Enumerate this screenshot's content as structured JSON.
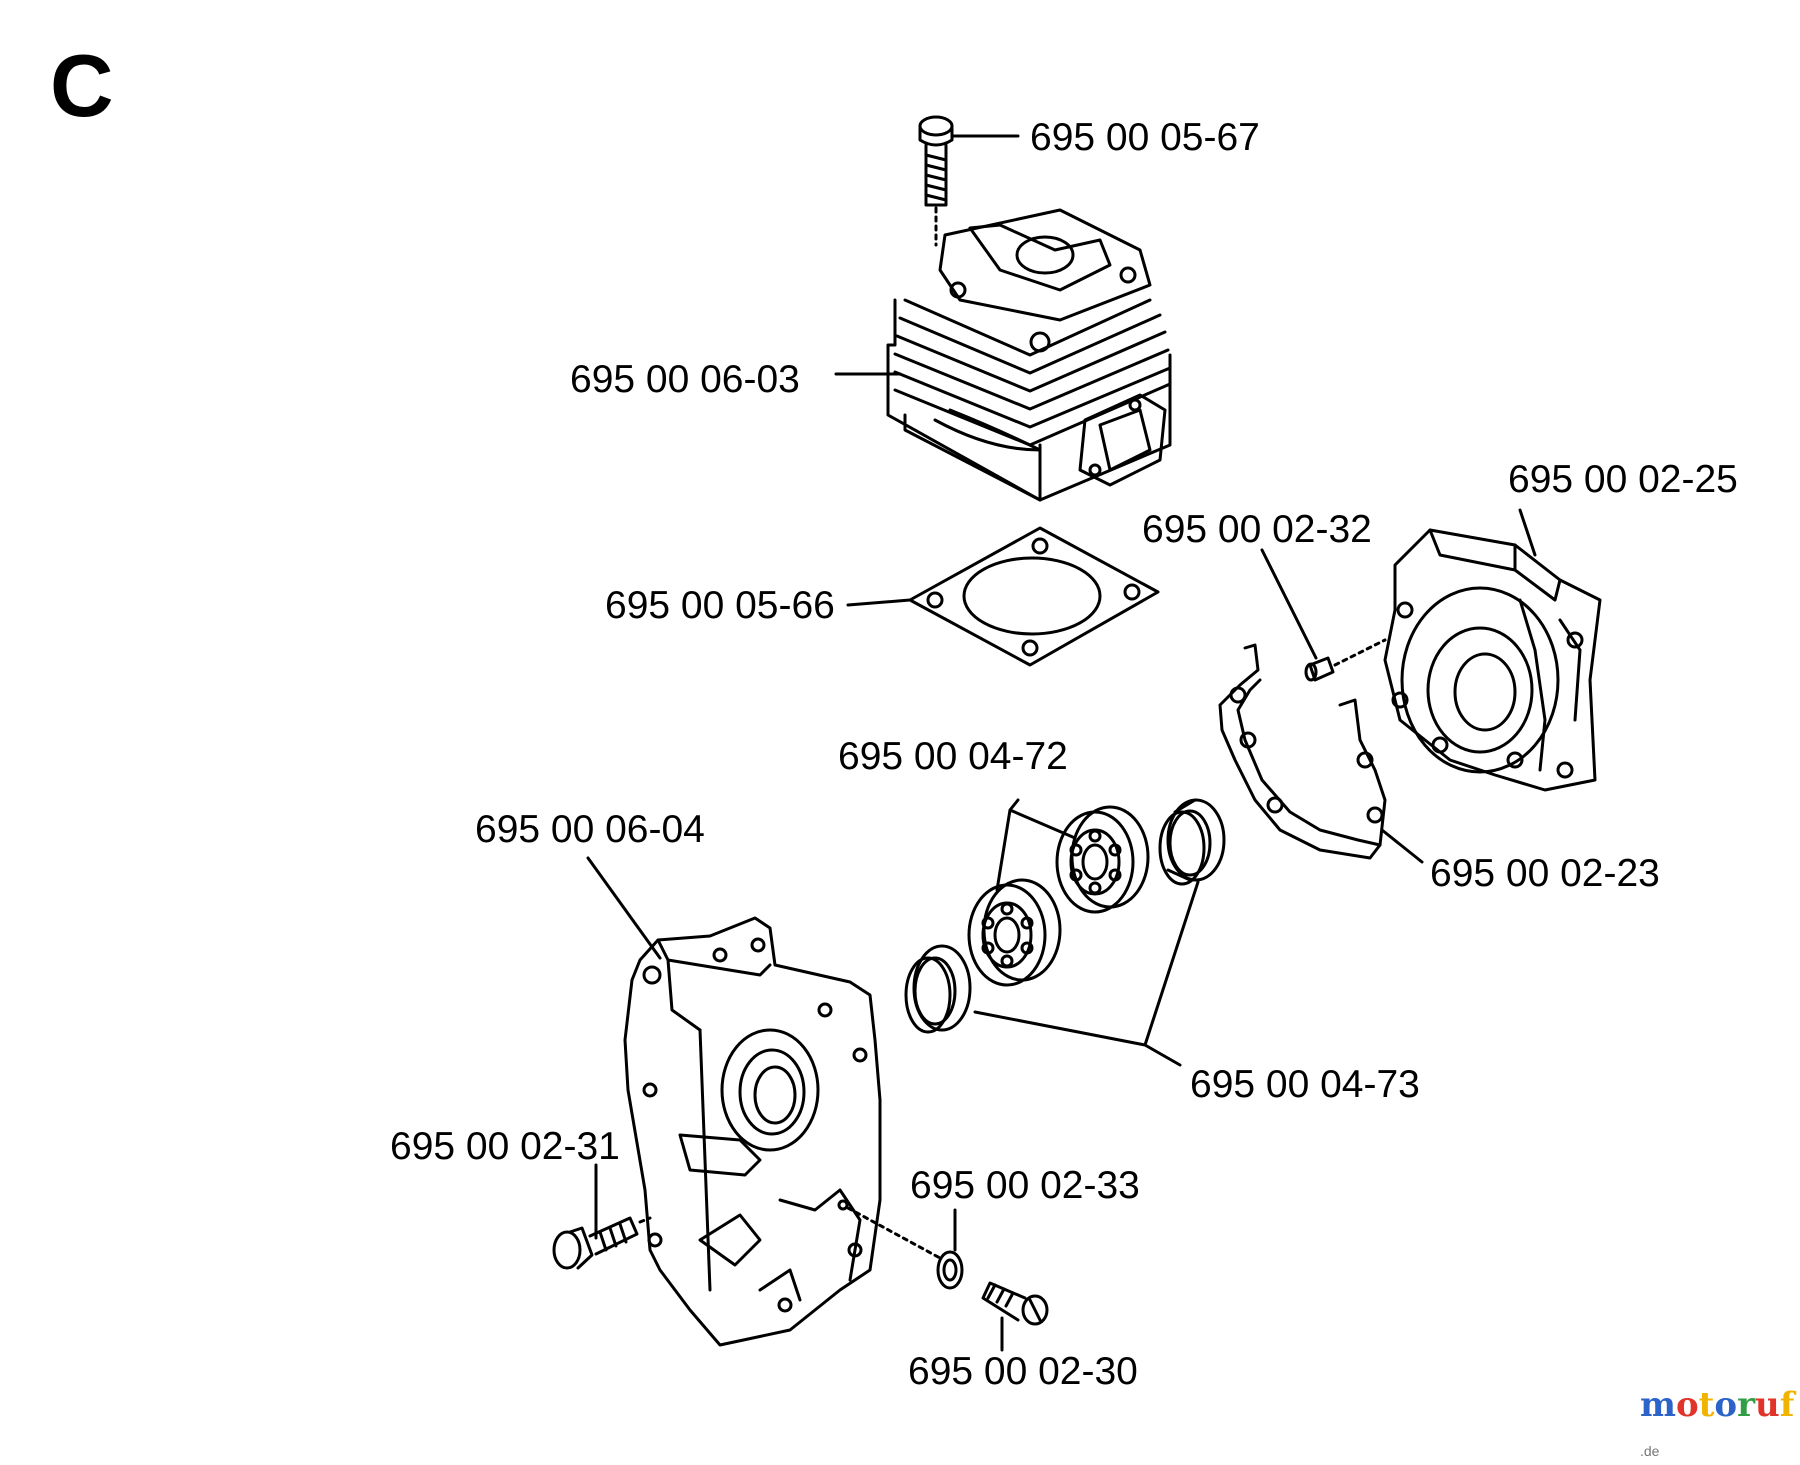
{
  "section": "C",
  "parts": {
    "bolt_top": "695 00 05-67",
    "cylinder": "695 00 06-03",
    "crankcase_right": "695 00 02-25",
    "pin": "695 00 02-32",
    "gasket_cylinder": "695 00 05-66",
    "bearing": "695 00 04-72",
    "crankcase_left": "695 00 06-04",
    "gasket_crankcase": "695 00 02-23",
    "seal": "695 00 04-73",
    "screw_left": "695 00 02-31",
    "washer": "695 00 02-33",
    "plug": "695 00 02-30"
  },
  "watermark": {
    "letters": [
      "m",
      "o",
      "t",
      "o",
      "r",
      "u",
      "f"
    ],
    "colors": [
      "#2b63c9",
      "#e0342a",
      "#f0b400",
      "#2b63c9",
      "#2f9e44",
      "#e0342a",
      "#f0b400"
    ],
    "suffix": ".de"
  }
}
